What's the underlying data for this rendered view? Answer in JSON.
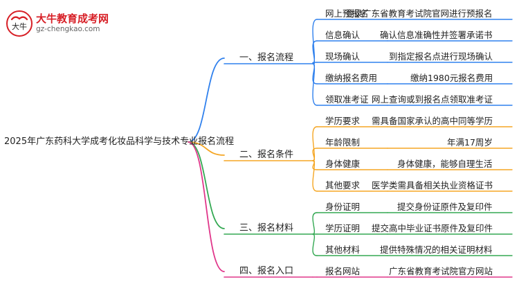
{
  "logo": {
    "name_cn": "大牛教育成考网",
    "url": "gz-chengkao.com",
    "mark_text": "大牛"
  },
  "colors": {
    "blue": "#2f80ed",
    "orange": "#f5a623",
    "green": "#33a852",
    "pink": "#e0368a"
  },
  "root": "2025年广东药科大学成考化妆品科学与技术专业报名流程",
  "branches": [
    {
      "label": "一、报名流程",
      "color": "blue",
      "items": [
        {
          "name": "网上预报名",
          "desc": "登录广东省教育考试院官网进行预报名"
        },
        {
          "name": "信息确认",
          "desc": "确认信息准确性并签署承诺书"
        },
        {
          "name": "现场确认",
          "desc": "到指定报名点进行现场确认"
        },
        {
          "name": "缴纳报名费用",
          "desc": "缴纳1980元报名费用"
        },
        {
          "name": "领取准考证",
          "desc": "网上查询或到报名点领取准考证"
        }
      ]
    },
    {
      "label": "二、报名条件",
      "color": "orange",
      "items": [
        {
          "name": "学历要求",
          "desc": "需具备国家承认的高中同等学历"
        },
        {
          "name": "年龄限制",
          "desc": "年满17周岁"
        },
        {
          "name": "身体健康",
          "desc": "身体健康，能够自理生活"
        },
        {
          "name": "其他要求",
          "desc": "医学类需具备相关执业资格证书"
        }
      ]
    },
    {
      "label": "三、报名材料",
      "color": "green",
      "items": [
        {
          "name": "身份证明",
          "desc": "提交身份证原件及复印件"
        },
        {
          "name": "学历证明",
          "desc": "提交高中毕业证书原件及复印件"
        },
        {
          "name": "其他材料",
          "desc": "提供特殊情况的相关证明材料"
        }
      ]
    },
    {
      "label": "四、报名入口",
      "color": "pink",
      "items": [
        {
          "name": "报名网站",
          "desc": "广东省教育考试院官方网站"
        }
      ]
    }
  ]
}
